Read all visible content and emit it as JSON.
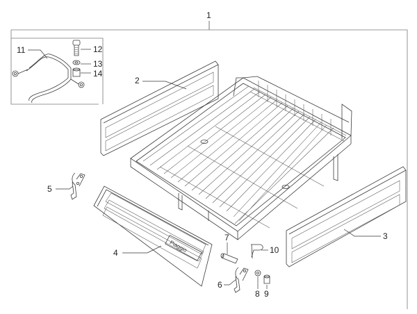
{
  "callouts": {
    "n1": "1",
    "n2": "2",
    "n3": "3",
    "n4": "4",
    "n5": "5",
    "n6": "6",
    "n7": "7",
    "n8": "8",
    "n9": "9",
    "n10": "10",
    "n11": "11",
    "n12": "12",
    "n13": "13",
    "n14": "14"
  },
  "tailgate_text": "Piaggio"
}
